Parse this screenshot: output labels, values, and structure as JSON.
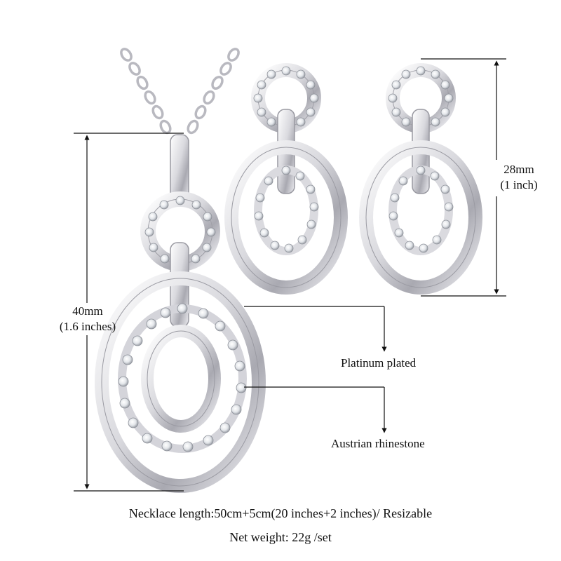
{
  "dimensions": {
    "necklace_mm": "40mm",
    "necklace_inches": "(1.6 inches)",
    "earring_mm": "28mm",
    "earring_inches": "(1 inch)"
  },
  "callouts": {
    "plating": "Platinum plated",
    "stones": "Austrian rhinestone"
  },
  "footer": {
    "necklace_length": "Necklace length:50cm+5cm(20 inches+2 inches)/ Resizable",
    "net_weight": "Net weight:  22g /set"
  },
  "colors": {
    "metal_light": "#f4f4f6",
    "metal_mid": "#cfcfd4",
    "metal_dark": "#8e8e96",
    "line": "#111111"
  }
}
